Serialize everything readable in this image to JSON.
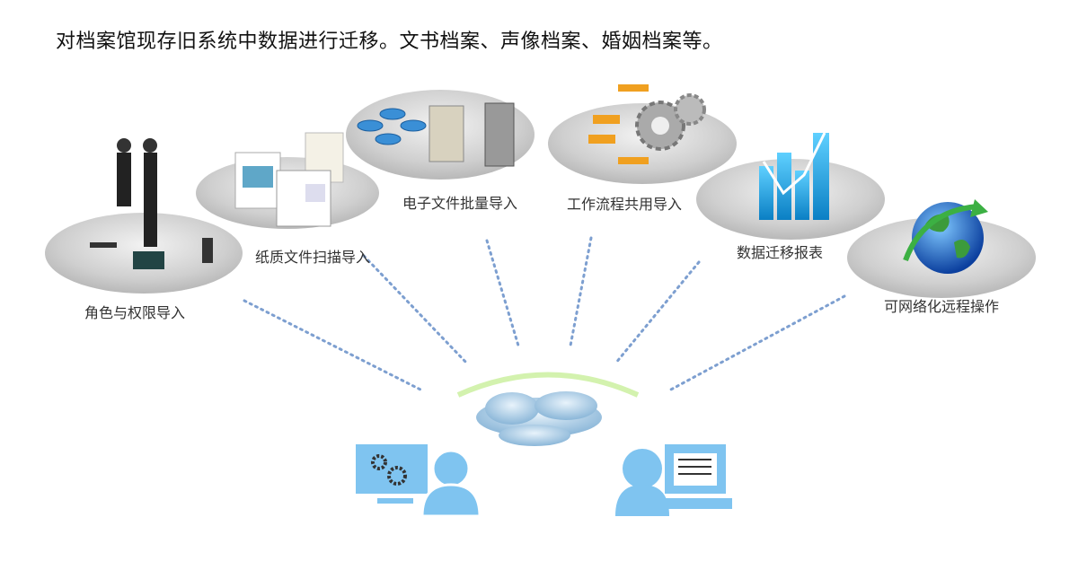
{
  "title": "对档案馆现存旧系统中数据进行迁移。文书档案、声像档案、婚姻档案等。",
  "modules": [
    {
      "label": "角色与权限导入",
      "icon": "business-people-icon"
    },
    {
      "label": "纸质文件扫描导入",
      "icon": "documents-icon"
    },
    {
      "label": "电子文件批量导入",
      "icon": "database-server-icon"
    },
    {
      "label": "工作流程共用导入",
      "icon": "workflow-gears-icon"
    },
    {
      "label": "数据迁移报表",
      "icon": "bar-chart-icon"
    },
    {
      "label": "可网络化远程操作",
      "icon": "globe-icon"
    }
  ],
  "colors": {
    "accent": "#7fc4f0",
    "chart": "#1fa8e0",
    "dots": "#7d9fd0",
    "arrow": "#3cb043"
  }
}
